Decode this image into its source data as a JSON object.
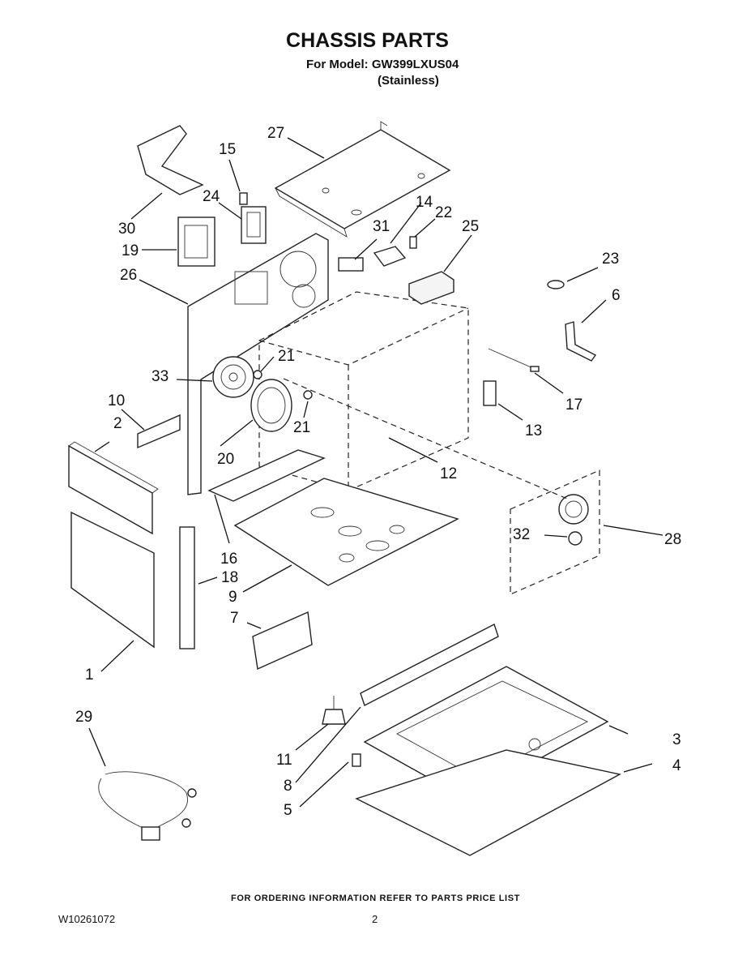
{
  "header": {
    "title": "CHASSIS PARTS",
    "model_line": "For Model: GW399LXUS04",
    "finish": "(Stainless)"
  },
  "footer": {
    "ordering_note": "FOR ORDERING INFORMATION REFER TO PARTS PRICE LIST",
    "document_number": "W10261072",
    "page_number": "2"
  },
  "callouts": {
    "c1": "1",
    "c2": "2",
    "c3": "3",
    "c4": "4",
    "c5": "5",
    "c6": "6",
    "c7": "7",
    "c8": "8",
    "c9": "9",
    "c10": "10",
    "c11": "11",
    "c12": "12",
    "c13": "13",
    "c14": "14",
    "c15": "15",
    "c16": "16",
    "c17": "17",
    "c18": "18",
    "c19": "19",
    "c20": "20",
    "c21a": "21",
    "c21b": "21",
    "c22": "22",
    "c23": "23",
    "c24": "24",
    "c25": "25",
    "c26": "26",
    "c27": "27",
    "c28": "28",
    "c29": "29",
    "c30": "30",
    "c31": "31",
    "c32": "32",
    "c33": "33"
  }
}
